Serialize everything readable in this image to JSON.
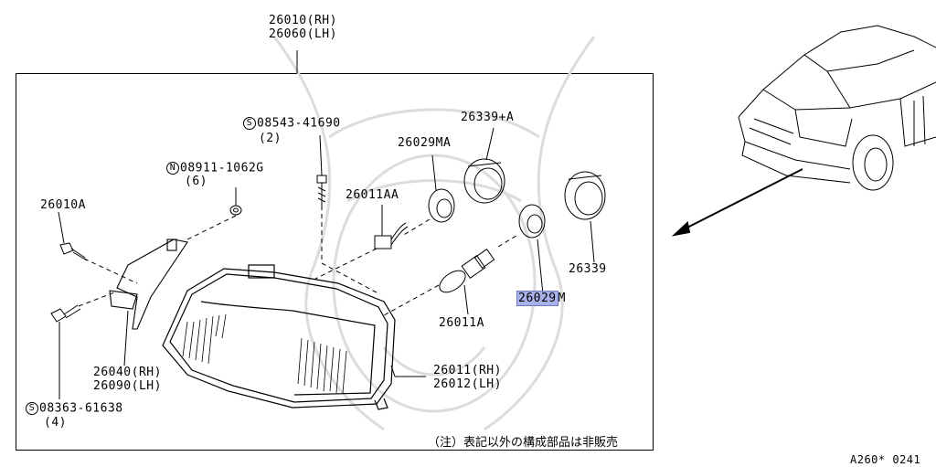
{
  "symbols": {
    "s": "S",
    "n": "N"
  },
  "labels": {
    "l26010_rh": "26010(RH)",
    "l26060_lh": "26060(LH)",
    "l08543": "08543-41690",
    "q08543": "(2)",
    "l08911": "08911-1062G",
    "q08911": "(6)",
    "l26010a": "26010A",
    "l26011aa": "26011AA",
    "l26029ma": "26029MA",
    "l26339a": "26339+A",
    "l26339": "26339",
    "l26029m_hl": "26029",
    "l26029m_suffix": "M",
    "l26011a": "26011A",
    "l26040_rh": "26040(RH)",
    "l26090_lh": "26090(LH)",
    "l26011_rh": "26011(RH)",
    "l26012_lh": "26012(LH)",
    "l08363": "08363-61638",
    "q08363": "(4)",
    "note": "（注）表記以外の構成部品は非販売",
    "code": "A260* 0241"
  },
  "colors": {
    "highlight": "#a8b2e8",
    "line": "#000000",
    "watermark": "#dcdcdc"
  }
}
